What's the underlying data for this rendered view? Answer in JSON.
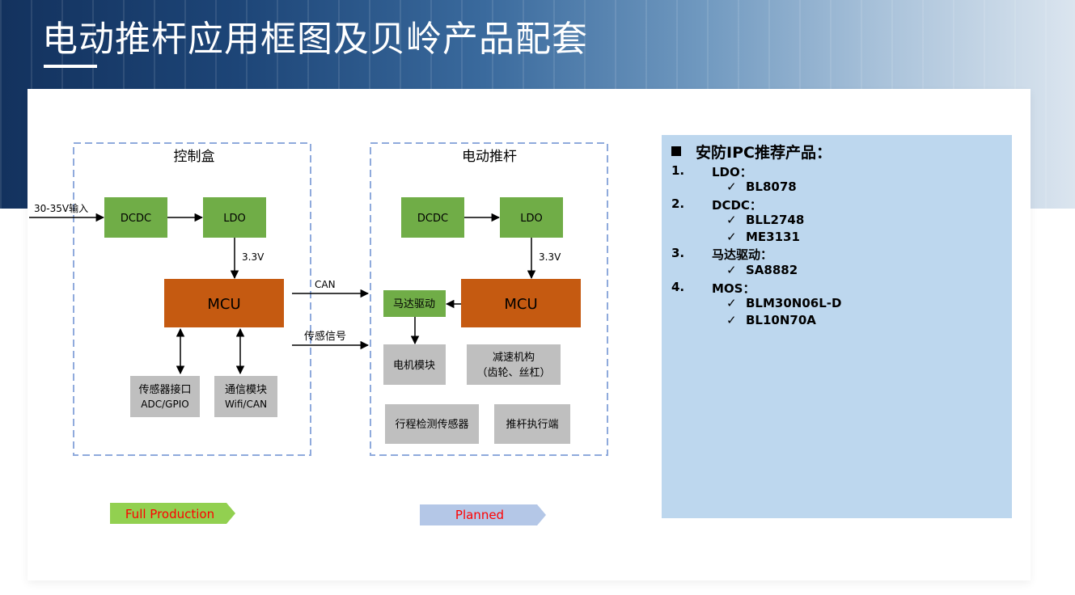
{
  "title": "电动推杆应用框图及贝岭产品配套",
  "diagram": {
    "control_box_label": "控制盒",
    "actuator_label": "电动推杆",
    "input_label": "30-35V输入",
    "dcdc_left": "DCDC",
    "ldo_left": "LDO",
    "v33_left": "3.3V",
    "mcu_left": "MCU",
    "sensor_if_line1": "传感器接口",
    "sensor_if_line2": "ADC/GPIO",
    "comm_line1": "通信模块",
    "comm_line2": "Wifi/CAN",
    "can_label": "CAN",
    "sensor_signal_label": "传感信号",
    "dcdc_right": "DCDC",
    "ldo_right": "LDO",
    "v33_right": "3.3V",
    "mcu_right": "MCU",
    "motor_driver": "马达驱动",
    "motor_module": "电机模块",
    "gear_line1": "减速机构",
    "gear_line2": "（齿轮、丝杠）",
    "travel_sensor": "行程检测传感器",
    "actuator_end": "推杆执行端",
    "legend_full": "Full Production",
    "legend_planned": "Planned"
  },
  "colors": {
    "green_block": "#70ad47",
    "mcu_block": "#c55a11",
    "gray_block": "#bfbfbf",
    "dash_border": "#8faadc",
    "legend_full_bg": "#92d050",
    "legend_planned_bg": "#b4c7e7",
    "legend_text": "#ff0000",
    "info_bg": "#bdd7ee"
  },
  "info": {
    "heading": "安防IPC推荐产品：",
    "items": [
      {
        "num": "1.",
        "label": "LDO：",
        "subs": [
          "BL8078"
        ]
      },
      {
        "num": "2.",
        "label": "DCDC：",
        "subs": [
          "BLL2748",
          "ME3131"
        ]
      },
      {
        "num": "3.",
        "label": "马达驱动：",
        "subs": [
          "SA8882"
        ]
      },
      {
        "num": "4.",
        "label": "MOS：",
        "subs": [
          "BLM30N06L-D",
          "BL10N70A"
        ]
      }
    ],
    "check": "✓"
  }
}
